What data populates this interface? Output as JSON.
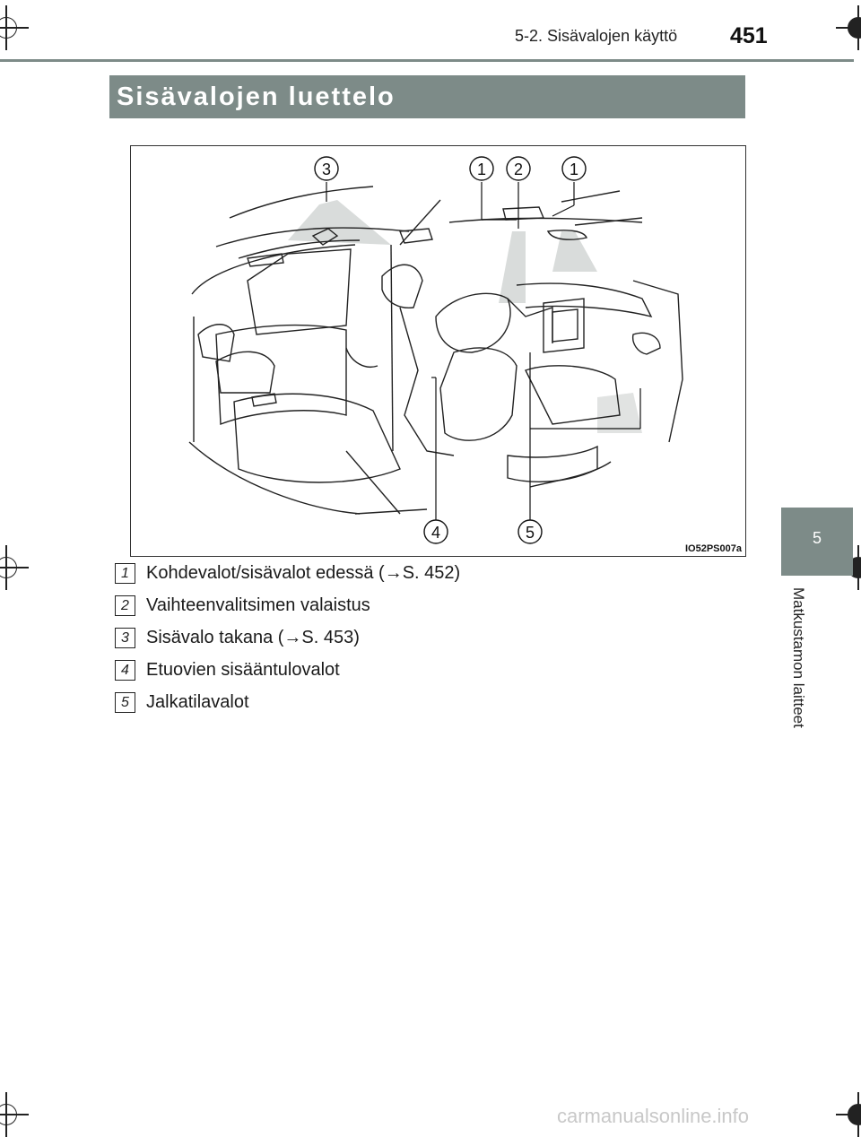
{
  "header": {
    "section": "5-2. Sisävalojen käyttö",
    "page_number": "451"
  },
  "chapter_tab": {
    "number": "5",
    "label": "Matkustamon laitteet"
  },
  "title": "Sisävalojen luettelo",
  "figure": {
    "code": "IO52PS007a",
    "callouts": [
      "3",
      "1",
      "2",
      "1",
      "4",
      "5"
    ]
  },
  "legend": [
    {
      "num": "1",
      "text": "Kohdevalot/sisävalot edessä (→S. 452)"
    },
    {
      "num": "2",
      "text": "Vaihteenvalitsimen valaistus"
    },
    {
      "num": "3",
      "text": "Sisävalo takana (→S. 453)"
    },
    {
      "num": "4",
      "text": "Etuovien sisääntulovalot"
    },
    {
      "num": "5",
      "text": "Jalkatilavalot"
    }
  ],
  "watermark": "carmanualsonline.info",
  "colors": {
    "accent": "#7d8b88"
  }
}
